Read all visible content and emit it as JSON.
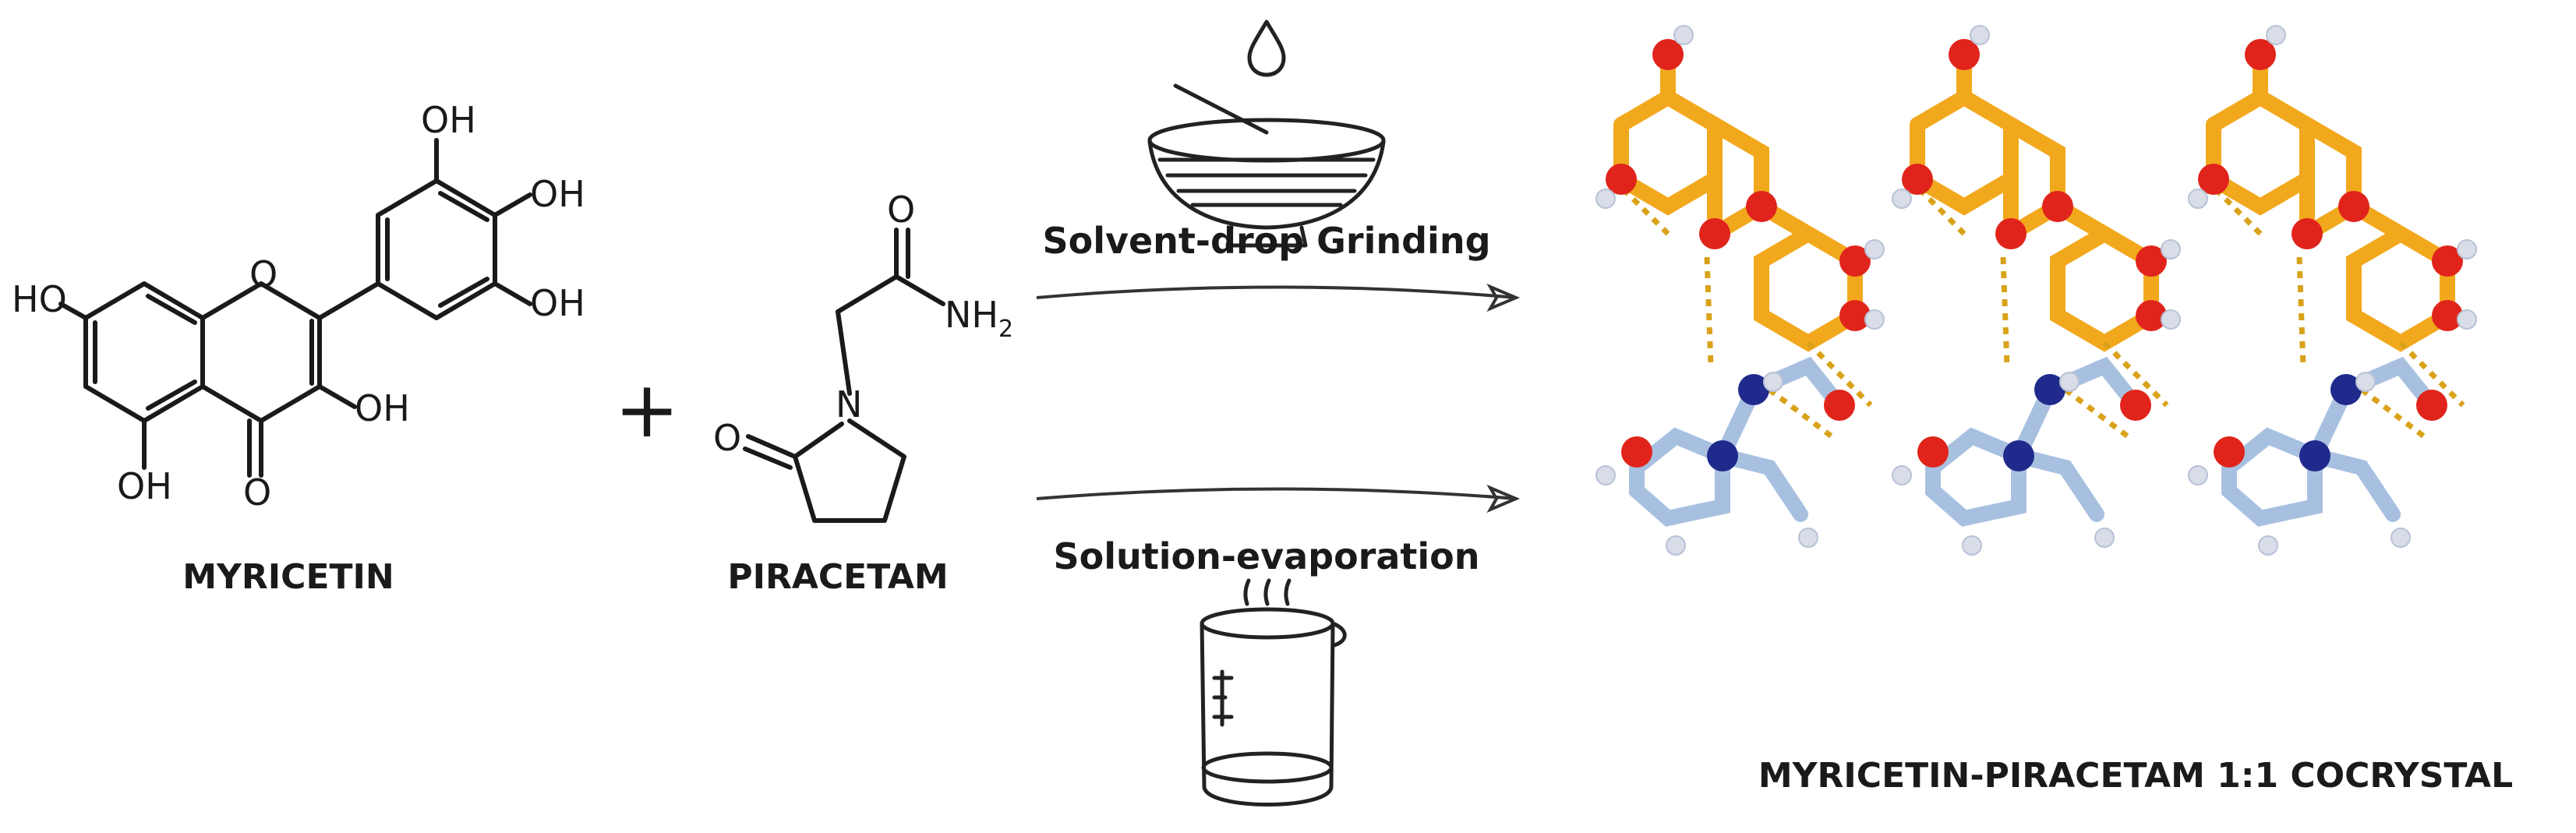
{
  "myricetin": {
    "name": "MYRICETIN",
    "labels": {
      "ho_left": "HO",
      "oh_top": "OH",
      "oh_right_upper": "OH",
      "oh_right_lower": "OH",
      "oh_c3": "OH",
      "oh_c5": "OH",
      "o_ring": "O",
      "o_carbonyl": "O"
    }
  },
  "plus": "+",
  "piracetam": {
    "name": "PIRACETAM",
    "labels": {
      "o_amide": "O",
      "nh2": "NH",
      "nh2_sub": "2",
      "n_ring": "N",
      "o_lactam": "O"
    }
  },
  "methods": {
    "grinding": "Solvent-drop Grinding",
    "evaporation": "Solution-evaporation"
  },
  "product": {
    "name": "MYRICETIN-PIRACETAM 1:1 COCRYSTAL"
  },
  "colors": {
    "carbon_myricetin": "#f2a81d",
    "oxygen": "#e0241b",
    "nitrogen": "#1f2a8c",
    "carbon_piracetam": "#a8c0e0",
    "hydrogen": "#d8dde8",
    "hbond": "#d9a21a"
  }
}
